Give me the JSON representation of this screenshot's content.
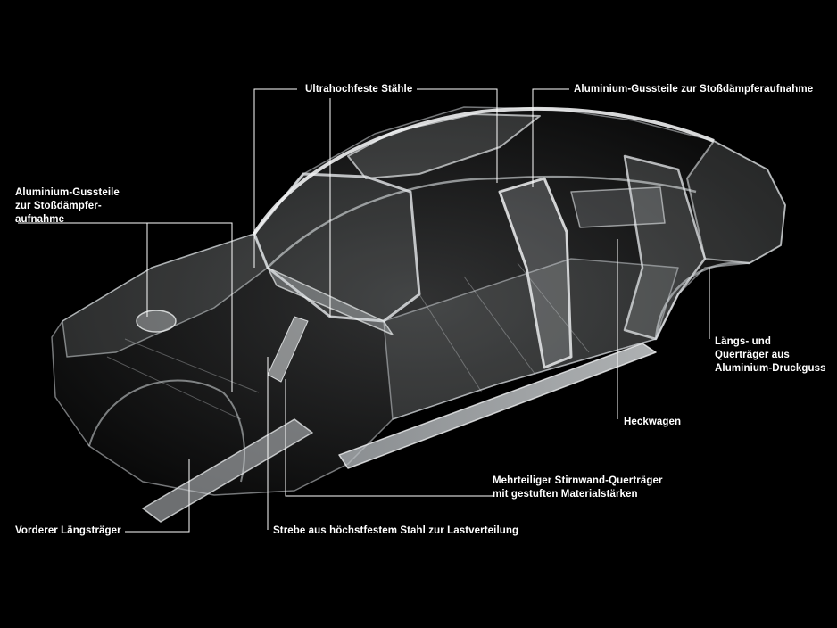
{
  "labels": {
    "ultrahochfeste": [
      "Ultrahochfeste Stähle"
    ],
    "alu_guss_rear": [
      "Aluminium-Gussteile zur Stoßdämpferaufnahme"
    ],
    "alu_guss_front": [
      "Aluminium-Gussteile",
      "zur Stoßdämpfer-",
      "aufnahme"
    ],
    "laengs_quer": [
      "Längs- und",
      "Querträger aus",
      "Aluminium-Druckguss"
    ],
    "heckwagen": [
      "Heckwagen"
    ],
    "stirnwand": [
      "Mehrteiliger Stirnwand-Querträger",
      "mit gestuften Materialstärken"
    ],
    "vorderer": [
      "Vorderer Längsträger"
    ],
    "strebe": [
      "Strebe aus höchstfestem Stahl zur Lastverteilung"
    ]
  },
  "colors": {
    "background": "#000000",
    "text": "#ffffff",
    "leader": "#ffffff",
    "body_shell": "#c8cdd0"
  }
}
